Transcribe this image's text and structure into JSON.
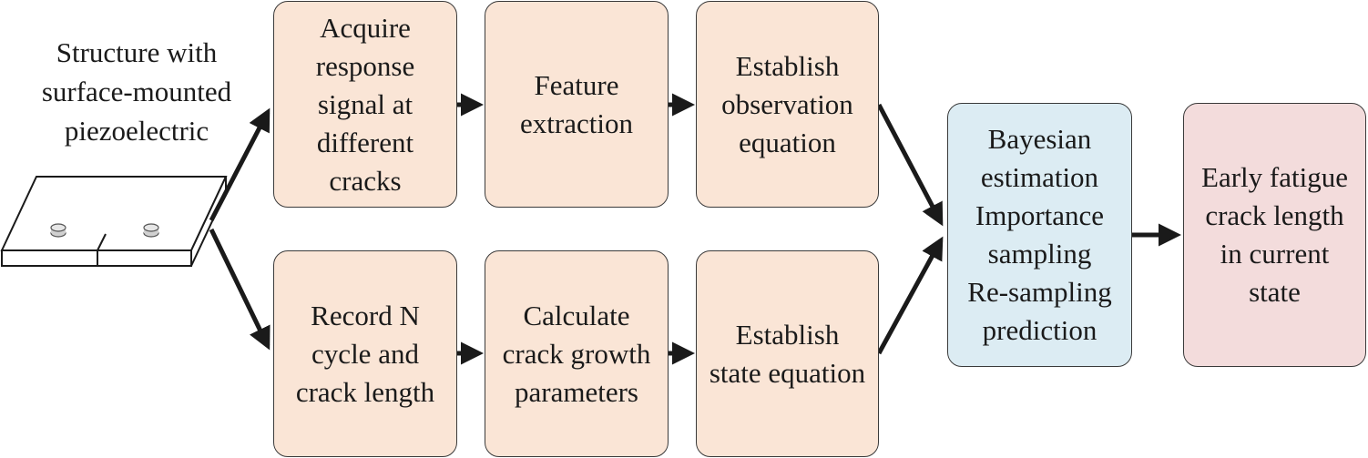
{
  "structure_label": "Structure with\nsurface-mounted\npiezoelectric",
  "boxes": {
    "acquire": "Acquire\nresponse\nsignal at\ndifferent\ncracks",
    "feature": "Feature\nextraction",
    "observation": "Establish\nobservation\nequation",
    "record": "Record N\ncycle and\ncrack length",
    "calculate": "Calculate\ncrack growth\nparameters",
    "state": "Establish\nstate equation",
    "bayesian": "Bayesian\nestimation\nImportance\nsampling\nRe-sampling\nprediction",
    "result": "Early fatigue\ncrack length\nin current\nstate"
  },
  "colors": {
    "process_fill": "#fae5d6",
    "estimation_fill": "#dcecf3",
    "result_fill": "#f3dcdc",
    "arrow": "#1a1a1a"
  }
}
